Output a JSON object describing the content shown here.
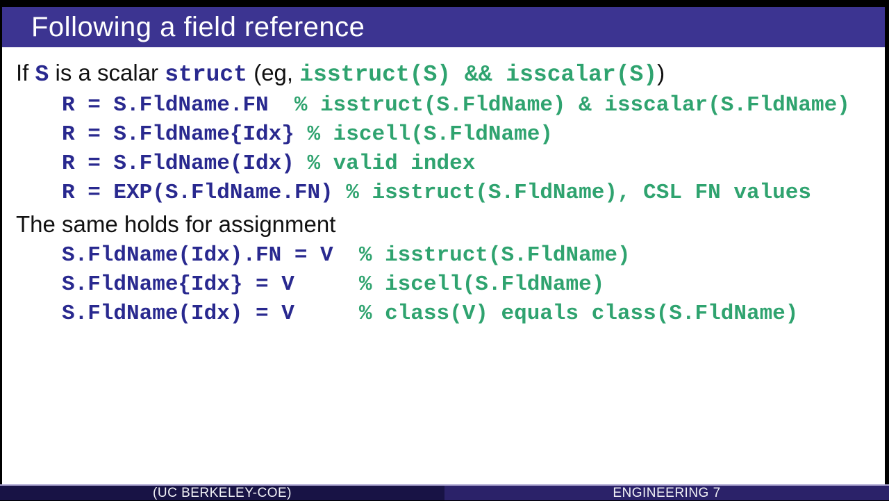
{
  "slide": {
    "title": "Following a field reference",
    "intro": {
      "segments": [
        {
          "text": "If ",
          "style": "plain"
        },
        {
          "text": "S",
          "style": "keyword"
        },
        {
          "text": " is a scalar ",
          "style": "plain"
        },
        {
          "text": "struct",
          "style": "keyword"
        },
        {
          "text": " (eg, ",
          "style": "plain"
        },
        {
          "text": "isstruct(S) && isscalar(S)",
          "style": "comment"
        },
        {
          "text": ")",
          "style": "plain"
        }
      ]
    },
    "code_block_1": [
      {
        "code": "R = S.FldName.FN",
        "comment": "  % isstruct(S.FldName) & isscalar(S.FldName)"
      },
      {
        "code": "R = S.FldName{Idx}",
        "comment": " % iscell(S.FldName)"
      },
      {
        "code": "R = S.FldName(Idx)",
        "comment": " % valid index"
      },
      {
        "code": "R = EXP(S.FldName.FN)",
        "comment": " % isstruct(S.FldName), CSL FN values"
      }
    ],
    "assignment_heading": "The same holds for assignment",
    "code_block_2": [
      {
        "code": "S.FldName(Idx).FN = V",
        "comment": "  % isstruct(S.FldName)"
      },
      {
        "code": "S.FldName{Idx} = V",
        "comment": "     % iscell(S.FldName)"
      },
      {
        "code": "S.FldName(Idx) = V",
        "comment": "     % class(V) equals class(S.FldName)"
      }
    ],
    "footer": {
      "left": "(UC BERKELEY-COE)",
      "right": "ENGINEERING 7"
    },
    "colors": {
      "titlebar_bg": "#3c3491",
      "code_blue": "#29298f",
      "comment_green": "#2fa36f",
      "footer_left_bg": "#181345",
      "footer_right_bg": "#2b2269",
      "frame": "#000000"
    }
  }
}
